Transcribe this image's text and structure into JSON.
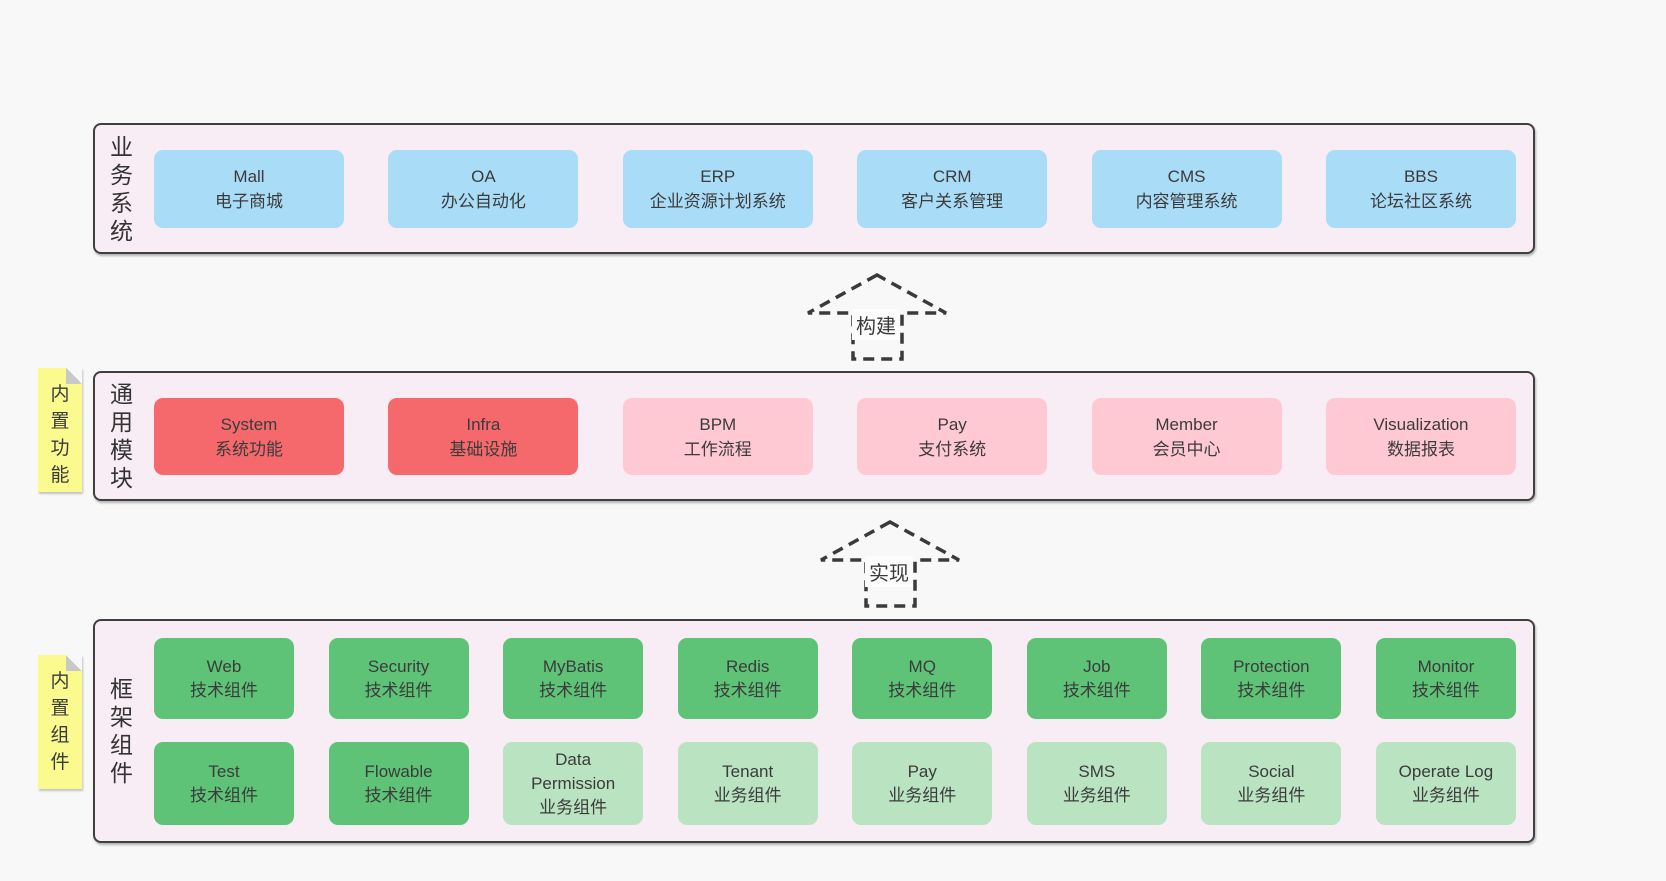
{
  "colors": {
    "pageBg": "#f8f8f8",
    "layerBg": "#f9edf5",
    "layerBorder": "#404040",
    "blue": "#a9dcf7",
    "red": "#f5696d",
    "pink": "#ffc9d3",
    "green": "#5ec377",
    "lightGreen": "#b9e3c1",
    "yellow": "#fbfa8f",
    "foldGray": "#c8c8c8",
    "text": "#3b3b3b",
    "arrow": "#3a3a3a"
  },
  "arrows": [
    {
      "label": "构建"
    },
    {
      "label": "实现"
    }
  ],
  "layers": [
    {
      "label": "业务系统",
      "sticky": null,
      "rows": [
        [
          {
            "name": "Mall",
            "desc": "电子商城",
            "variant": "blue"
          },
          {
            "name": "OA",
            "desc": "办公自动化",
            "variant": "blue"
          },
          {
            "name": "ERP",
            "desc": "企业资源计划系统",
            "variant": "blue"
          },
          {
            "name": "CRM",
            "desc": "客户关系管理",
            "variant": "blue"
          },
          {
            "name": "CMS",
            "desc": "内容管理系统",
            "variant": "blue"
          },
          {
            "name": "BBS",
            "desc": "论坛社区系统",
            "variant": "blue"
          }
        ]
      ]
    },
    {
      "label": "通用模块",
      "sticky": "内置功能",
      "rows": [
        [
          {
            "name": "System",
            "desc": "系统功能",
            "variant": "red"
          },
          {
            "name": "Infra",
            "desc": "基础设施",
            "variant": "red"
          },
          {
            "name": "BPM",
            "desc": "工作流程",
            "variant": "pink"
          },
          {
            "name": "Pay",
            "desc": "支付系统",
            "variant": "pink"
          },
          {
            "name": "Member",
            "desc": "会员中心",
            "variant": "pink"
          },
          {
            "name": "Visualization",
            "desc": "数据报表",
            "variant": "pink"
          }
        ]
      ]
    },
    {
      "label": "框架组件",
      "sticky": "内置组件",
      "rows": [
        [
          {
            "name": "Web",
            "desc": "技术组件",
            "variant": "green"
          },
          {
            "name": "Security",
            "desc": "技术组件",
            "variant": "green"
          },
          {
            "name": "MyBatis",
            "desc": "技术组件",
            "variant": "green"
          },
          {
            "name": "Redis",
            "desc": "技术组件",
            "variant": "green"
          },
          {
            "name": "MQ",
            "desc": "技术组件",
            "variant": "green"
          },
          {
            "name": "Job",
            "desc": "技术组件",
            "variant": "green"
          },
          {
            "name": "Protection",
            "desc": "技术组件",
            "variant": "green"
          },
          {
            "name": "Monitor",
            "desc": "技术组件",
            "variant": "green"
          }
        ],
        [
          {
            "name": "Test",
            "desc": "技术组件",
            "variant": "green"
          },
          {
            "name": "Flowable",
            "desc": "技术组件",
            "variant": "green"
          },
          {
            "name": "Data Permission",
            "desc": "业务组件",
            "variant": "light-green"
          },
          {
            "name": "Tenant",
            "desc": "业务组件",
            "variant": "light-green"
          },
          {
            "name": "Pay",
            "desc": "业务组件",
            "variant": "light-green"
          },
          {
            "name": "SMS",
            "desc": "业务组件",
            "variant": "light-green"
          },
          {
            "name": "Social",
            "desc": "业务组件",
            "variant": "light-green"
          },
          {
            "name": "Operate Log",
            "desc": "业务组件",
            "variant": "light-green"
          }
        ]
      ]
    }
  ]
}
